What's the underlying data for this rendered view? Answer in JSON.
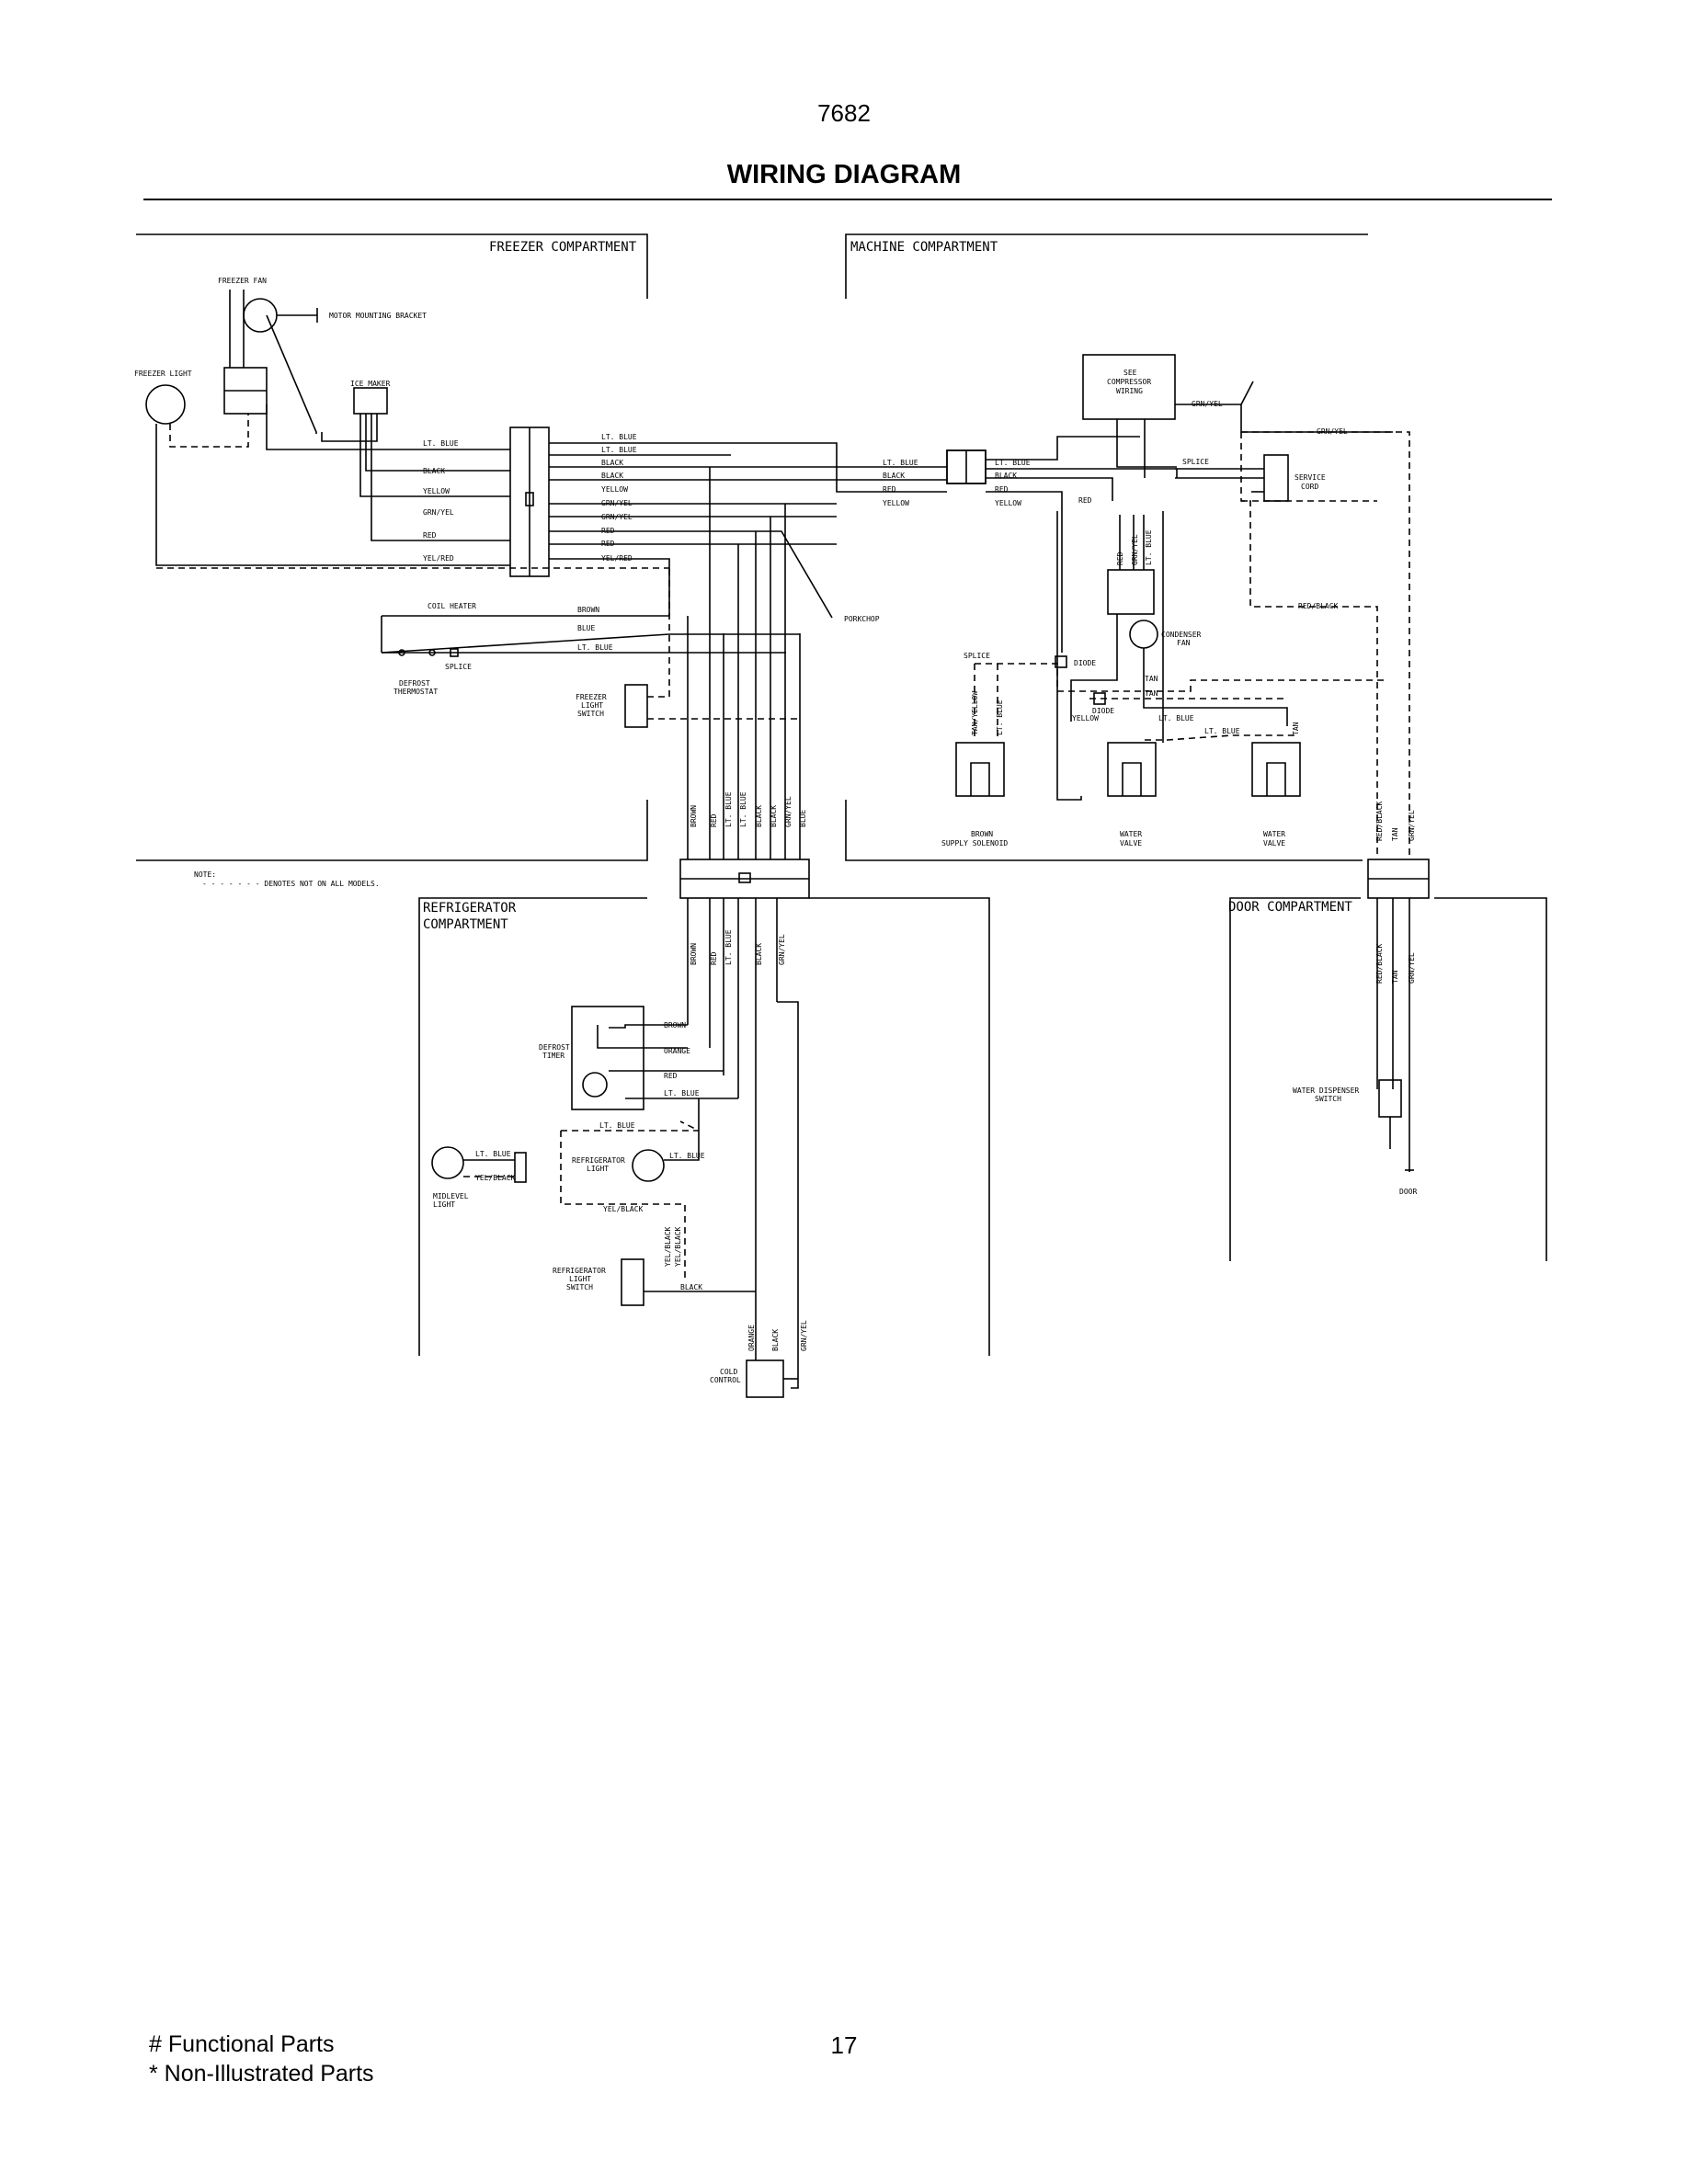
{
  "header": {
    "doc_number": "7682",
    "title": "WIRING DIAGRAM"
  },
  "compartments": {
    "freezer": "FREEZER COMPARTMENT",
    "machine": "MACHINE COMPARTMENT",
    "refrigerator_1": "REFRIGERATOR",
    "refrigerator_2": "COMPARTMENT",
    "door": "DOOR COMPARTMENT"
  },
  "note": {
    "label": "NOTE:",
    "text": "- - - - - - -  DENOTES NOT ON ALL MODELS."
  },
  "components": {
    "freezer_fan": "FREEZER FAN",
    "motor_bracket": "MOTOR MOUNTING BRACKET",
    "freezer_light": "FREEZER LIGHT",
    "ice_maker": "ICE MAKER",
    "coil_heater": "COIL HEATER",
    "splice": "SPLICE",
    "defrost_thermostat_1": "DEFROST",
    "defrost_thermostat_2": "THERMOSTAT",
    "freezer_light_switch_1": "FREEZER",
    "freezer_light_switch_2": "LIGHT",
    "freezer_light_switch_3": "SWITCH",
    "porkchop": "PORKCHOP",
    "compressor_1": "SEE",
    "compressor_2": "COMPRESSOR",
    "compressor_3": "WIRING",
    "service_cord_1": "SERVICE",
    "service_cord_2": "CORD",
    "condenser_fan_1": "CONDENSER",
    "condenser_fan_2": "FAN",
    "diode": "DIODE",
    "supply_solenoid_1": "BROWN",
    "supply_solenoid_2": "SUPPLY SOLENOID",
    "water_valve_1": "WATER",
    "water_valve_2": "VALVE",
    "defrost_timer_1": "DEFROST",
    "defrost_timer_2": "TIMER",
    "midlevel_light_1": "MIDLEVEL",
    "midlevel_light_2": "LIGHT",
    "refrig_light_1": "REFRIGERATOR",
    "refrig_light_2": "LIGHT",
    "refrig_switch_1": "REFRIGERATOR",
    "refrig_switch_2": "LIGHT",
    "refrig_switch_3": "SWITCH",
    "cold_control_1": "COLD",
    "cold_control_2": "CONTROL",
    "water_dispenser_1": "WATER DISPENSER",
    "water_dispenser_2": "SWITCH",
    "door": "DOOR"
  },
  "wires": {
    "lt_blue": "LT. BLUE",
    "black": "BLACK",
    "yellow": "YELLOW",
    "grn_yel": "GRN/YEL",
    "red": "RED",
    "yel_red": "YEL/RED",
    "brown": "BROWN",
    "blue": "BLUE",
    "tan": "TAN",
    "red_black": "RED/BLACK",
    "orange": "ORANGE",
    "yel_black": "YEL/BLACK",
    "tan_yellow": "TAN/YELLOW"
  },
  "footer": {
    "functional": "# Functional Parts",
    "non_illustrated": "* Non-Illustrated Parts",
    "page_number": "17"
  }
}
